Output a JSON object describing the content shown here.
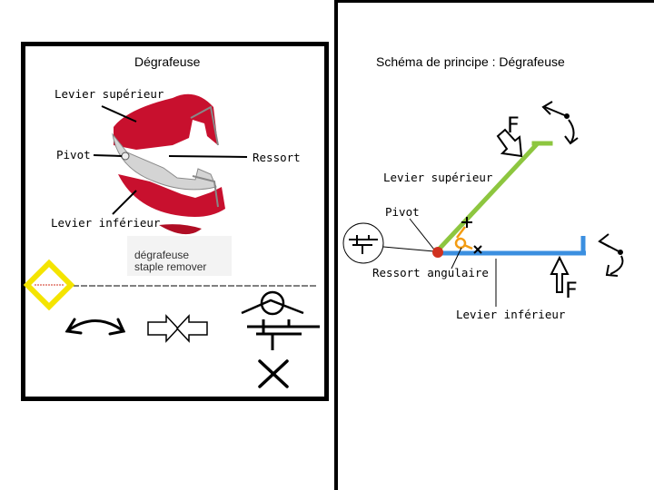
{
  "left_panel": {
    "title": "Dégrafeuse",
    "labels": {
      "levier_superieur": "Levier supérieur",
      "pivot": "Pivot",
      "ressort": "Ressort",
      "levier_inferieur": "Levier inférieur"
    },
    "photo_caption_line1": "dégrafeuse",
    "photo_caption_line2": "staple remover",
    "colors": {
      "stapler_red": "#c8102e",
      "metal": "#c9c9c9",
      "highlight": "#f4e400"
    }
  },
  "right_panel": {
    "title": "Schéma de principe : Dégrafeuse",
    "labels": {
      "levier_superieur": "Levier supérieur",
      "pivot": "Pivot",
      "ressort_angulaire": "Ressort  angulaire",
      "levier_inferieur": "Levier inférieur"
    },
    "force_label_top": "F",
    "force_label_bottom": "F",
    "colors": {
      "upper_lever": "#8dc63f",
      "lower_lever": "#3b8fe0",
      "pivot": "#d0311f",
      "spring": "#f39c12"
    }
  }
}
